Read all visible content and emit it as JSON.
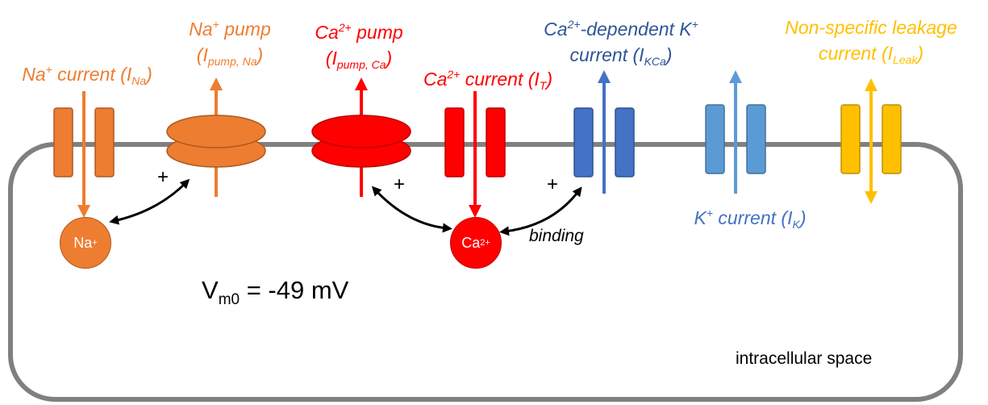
{
  "colors": {
    "na": "#ED7D31",
    "ca": "#FF0000",
    "kca": "#4472C4",
    "k": "#5B9BD5",
    "leak": "#FFC000",
    "membrane": "#808080"
  },
  "labels": {
    "na_current": {
      "main": "Na",
      "sup": "+",
      "mid": " current (I",
      "sub": "Na",
      "end": ")"
    },
    "na_pump": {
      "line1_main": "Na",
      "line1_sup": "+",
      "line1_end": " pump",
      "line2_start": "(I",
      "line2_sub": "pump, Na",
      "line2_end": ")"
    },
    "ca_pump": {
      "line1_main": "Ca",
      "line1_sup": "2+",
      "line1_end": " pump",
      "line2_start": "(I",
      "line2_sub": "pump, Ca",
      "line2_end": ")"
    },
    "ca_current": {
      "main": "Ca",
      "sup": "2+",
      "mid": " current (I",
      "sub": "T",
      "end": ")"
    },
    "kca_current": {
      "line1_main": "Ca",
      "line1_sup": "2+",
      "line1_mid": "-dependent K",
      "line1_sup2": "+",
      "line2_start": "current (I",
      "line2_sub": "KCa",
      "line2_end": ")"
    },
    "k_current": {
      "main": "K",
      "sup": "+",
      "mid": " current (I",
      "sub": "K",
      "end": ")"
    },
    "leak_current": {
      "line1": "Non-specific leakage",
      "line2_start": "current (I",
      "line2_sub": "Leak",
      "line2_end": ")"
    }
  },
  "ions": {
    "na": {
      "main": "Na",
      "sup": "+"
    },
    "ca": {
      "main": "Ca",
      "sup": "2+"
    }
  },
  "annotations": {
    "plus": "+",
    "binding": "binding",
    "vm_main": "V",
    "vm_sub": "m0",
    "vm_value": " = -49 mV",
    "space": "intracellular space"
  }
}
